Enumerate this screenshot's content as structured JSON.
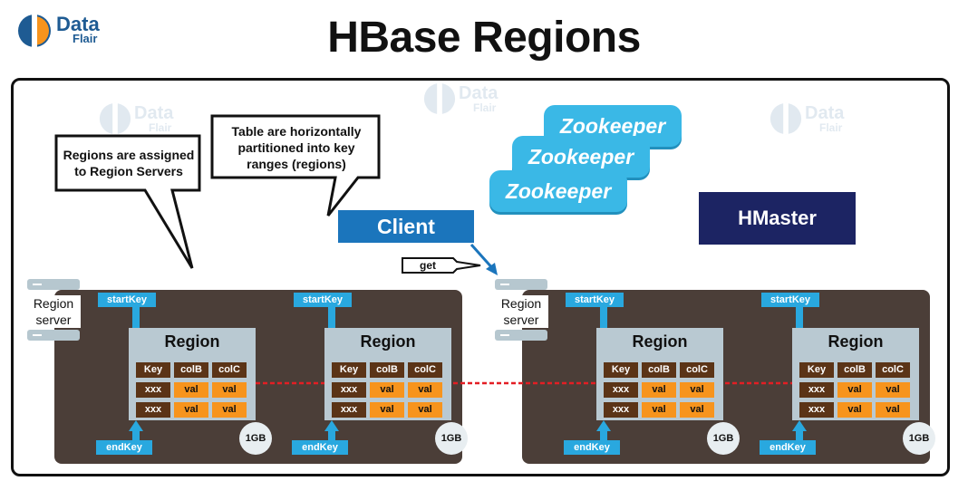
{
  "header": {
    "title": "HBase Regions",
    "logo_line1": "Data",
    "logo_line2": "Flair"
  },
  "callouts": {
    "left": [
      "Regions are assigned",
      "to Region Servers"
    ],
    "right": [
      "Table are horizontally",
      "partitioned into key",
      "ranges (regions)"
    ]
  },
  "zookeepers": [
    "Zookeeper",
    "Zookeeper",
    "Zookeeper"
  ],
  "hmaster": "HMaster",
  "client": "Client",
  "get_label": "get",
  "servers": [
    {
      "label1": "Region",
      "label2": "server"
    },
    {
      "label1": "Region",
      "label2": "server"
    }
  ],
  "region": {
    "title": "Region",
    "headers": [
      "Key",
      "colB",
      "colC"
    ],
    "rows": [
      [
        "xxx",
        "val",
        "val"
      ],
      [
        "xxx",
        "val",
        "val"
      ]
    ],
    "start_key": "startKey",
    "end_key": "endKey",
    "size": "1GB"
  },
  "colors": {
    "panel": "#4b3e38",
    "region": "#b9c9d2",
    "key_cell": "#5b3417",
    "val_cell": "#f7941d",
    "key_tag": "#29a8df",
    "zookeeper": "#3ab8e6",
    "hmaster": "#1c2463",
    "client": "#1b75bc",
    "split_line": "#e31e24"
  }
}
